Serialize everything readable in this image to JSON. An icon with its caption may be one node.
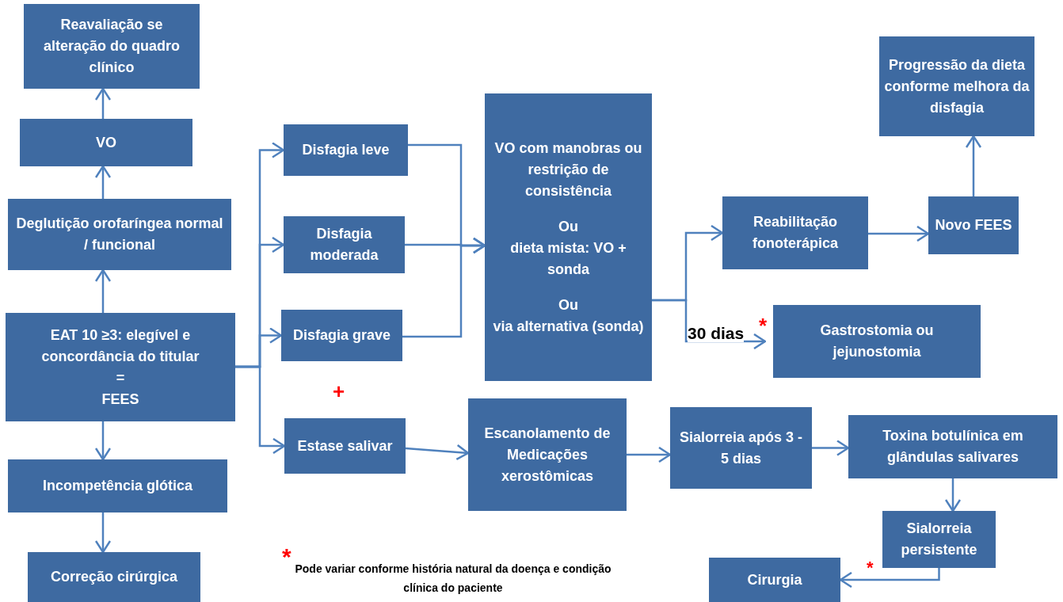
{
  "diagram": {
    "nodes": [
      {
        "text": [
          "Reavaliação se alteração do quadro clínico"
        ]
      },
      {
        "text": [
          "VO"
        ]
      },
      {
        "text": [
          "Deglutição orofaríngea normal / funcional"
        ]
      },
      {
        "text": [
          "EAT 10 ≥3:  elegível e concordância do titular",
          "=",
          "FEES"
        ]
      },
      {
        "text": [
          "Incompetência glótica"
        ]
      },
      {
        "text": [
          "Correção cirúrgica"
        ]
      },
      {
        "text": [
          "Disfagia leve"
        ]
      },
      {
        "text": [
          "Disfagia moderada"
        ]
      },
      {
        "text": [
          "Disfagia grave"
        ]
      },
      {
        "text": [
          "Estase salivar"
        ]
      },
      {
        "text": [
          "VO com manobras ou restrição de consistência",
          "Ou",
          "dieta mista: VO + sonda",
          "Ou",
          "via alternativa (sonda)"
        ]
      },
      {
        "text": [
          "Reabilitação fonoterápica"
        ]
      },
      {
        "text": [
          "Novo FEES"
        ]
      },
      {
        "text": [
          "Progressão da dieta conforme melhora da disfagia"
        ]
      },
      {
        "text": [
          "Gastrostomia ou jejunostomia"
        ]
      },
      {
        "text": [
          "Escanolamento de Medicações xerostômicas"
        ]
      },
      {
        "text": [
          "Sialorreia após 3 - 5 dias"
        ]
      },
      {
        "text": [
          "Toxina botulínica em glândulas salivares"
        ]
      },
      {
        "text": [
          "Sialorreia persistente"
        ]
      },
      {
        "text": [
          "Cirurgia"
        ]
      }
    ],
    "edges": [
      {
        "from": 3,
        "to": 2,
        "arrow": "to"
      },
      {
        "from": 2,
        "to": 1,
        "arrow": "to"
      },
      {
        "from": 1,
        "to": 0,
        "arrow": "to"
      },
      {
        "from": 3,
        "to": 4,
        "arrow": "to"
      },
      {
        "from": 4,
        "to": 5,
        "arrow": "to"
      },
      {
        "from": 3,
        "to": 6,
        "arrow": "to"
      },
      {
        "from": 3,
        "to": 7,
        "arrow": "to"
      },
      {
        "from": 3,
        "to": 8,
        "arrow": "to"
      },
      {
        "from": 3,
        "to": 9,
        "arrow": "to"
      },
      {
        "from": 6,
        "to": 10,
        "arrow": "to"
      },
      {
        "from": 7,
        "to": 10,
        "arrow": "to"
      },
      {
        "from": 8,
        "to": 10,
        "arrow": "to"
      },
      {
        "from": 10,
        "to": 11,
        "arrow": "to"
      },
      {
        "from": 10,
        "to": 14,
        "arrow": "to",
        "label": "30 dias"
      },
      {
        "from": 11,
        "to": 12,
        "arrow": "to"
      },
      {
        "from": 12,
        "to": 13,
        "arrow": "to"
      },
      {
        "from": 9,
        "to": 15,
        "arrow": "to"
      },
      {
        "from": 15,
        "to": 16,
        "arrow": "to"
      },
      {
        "from": 16,
        "to": 17,
        "arrow": "to"
      },
      {
        "from": 17,
        "to": 18,
        "arrow": "to"
      },
      {
        "from": 18,
        "to": 19,
        "arrow": "to"
      }
    ],
    "labels": [
      "*",
      "+",
      "*",
      "*",
      "Pode variar conforme história natural da doença e condição clínica do paciente"
    ]
  }
}
